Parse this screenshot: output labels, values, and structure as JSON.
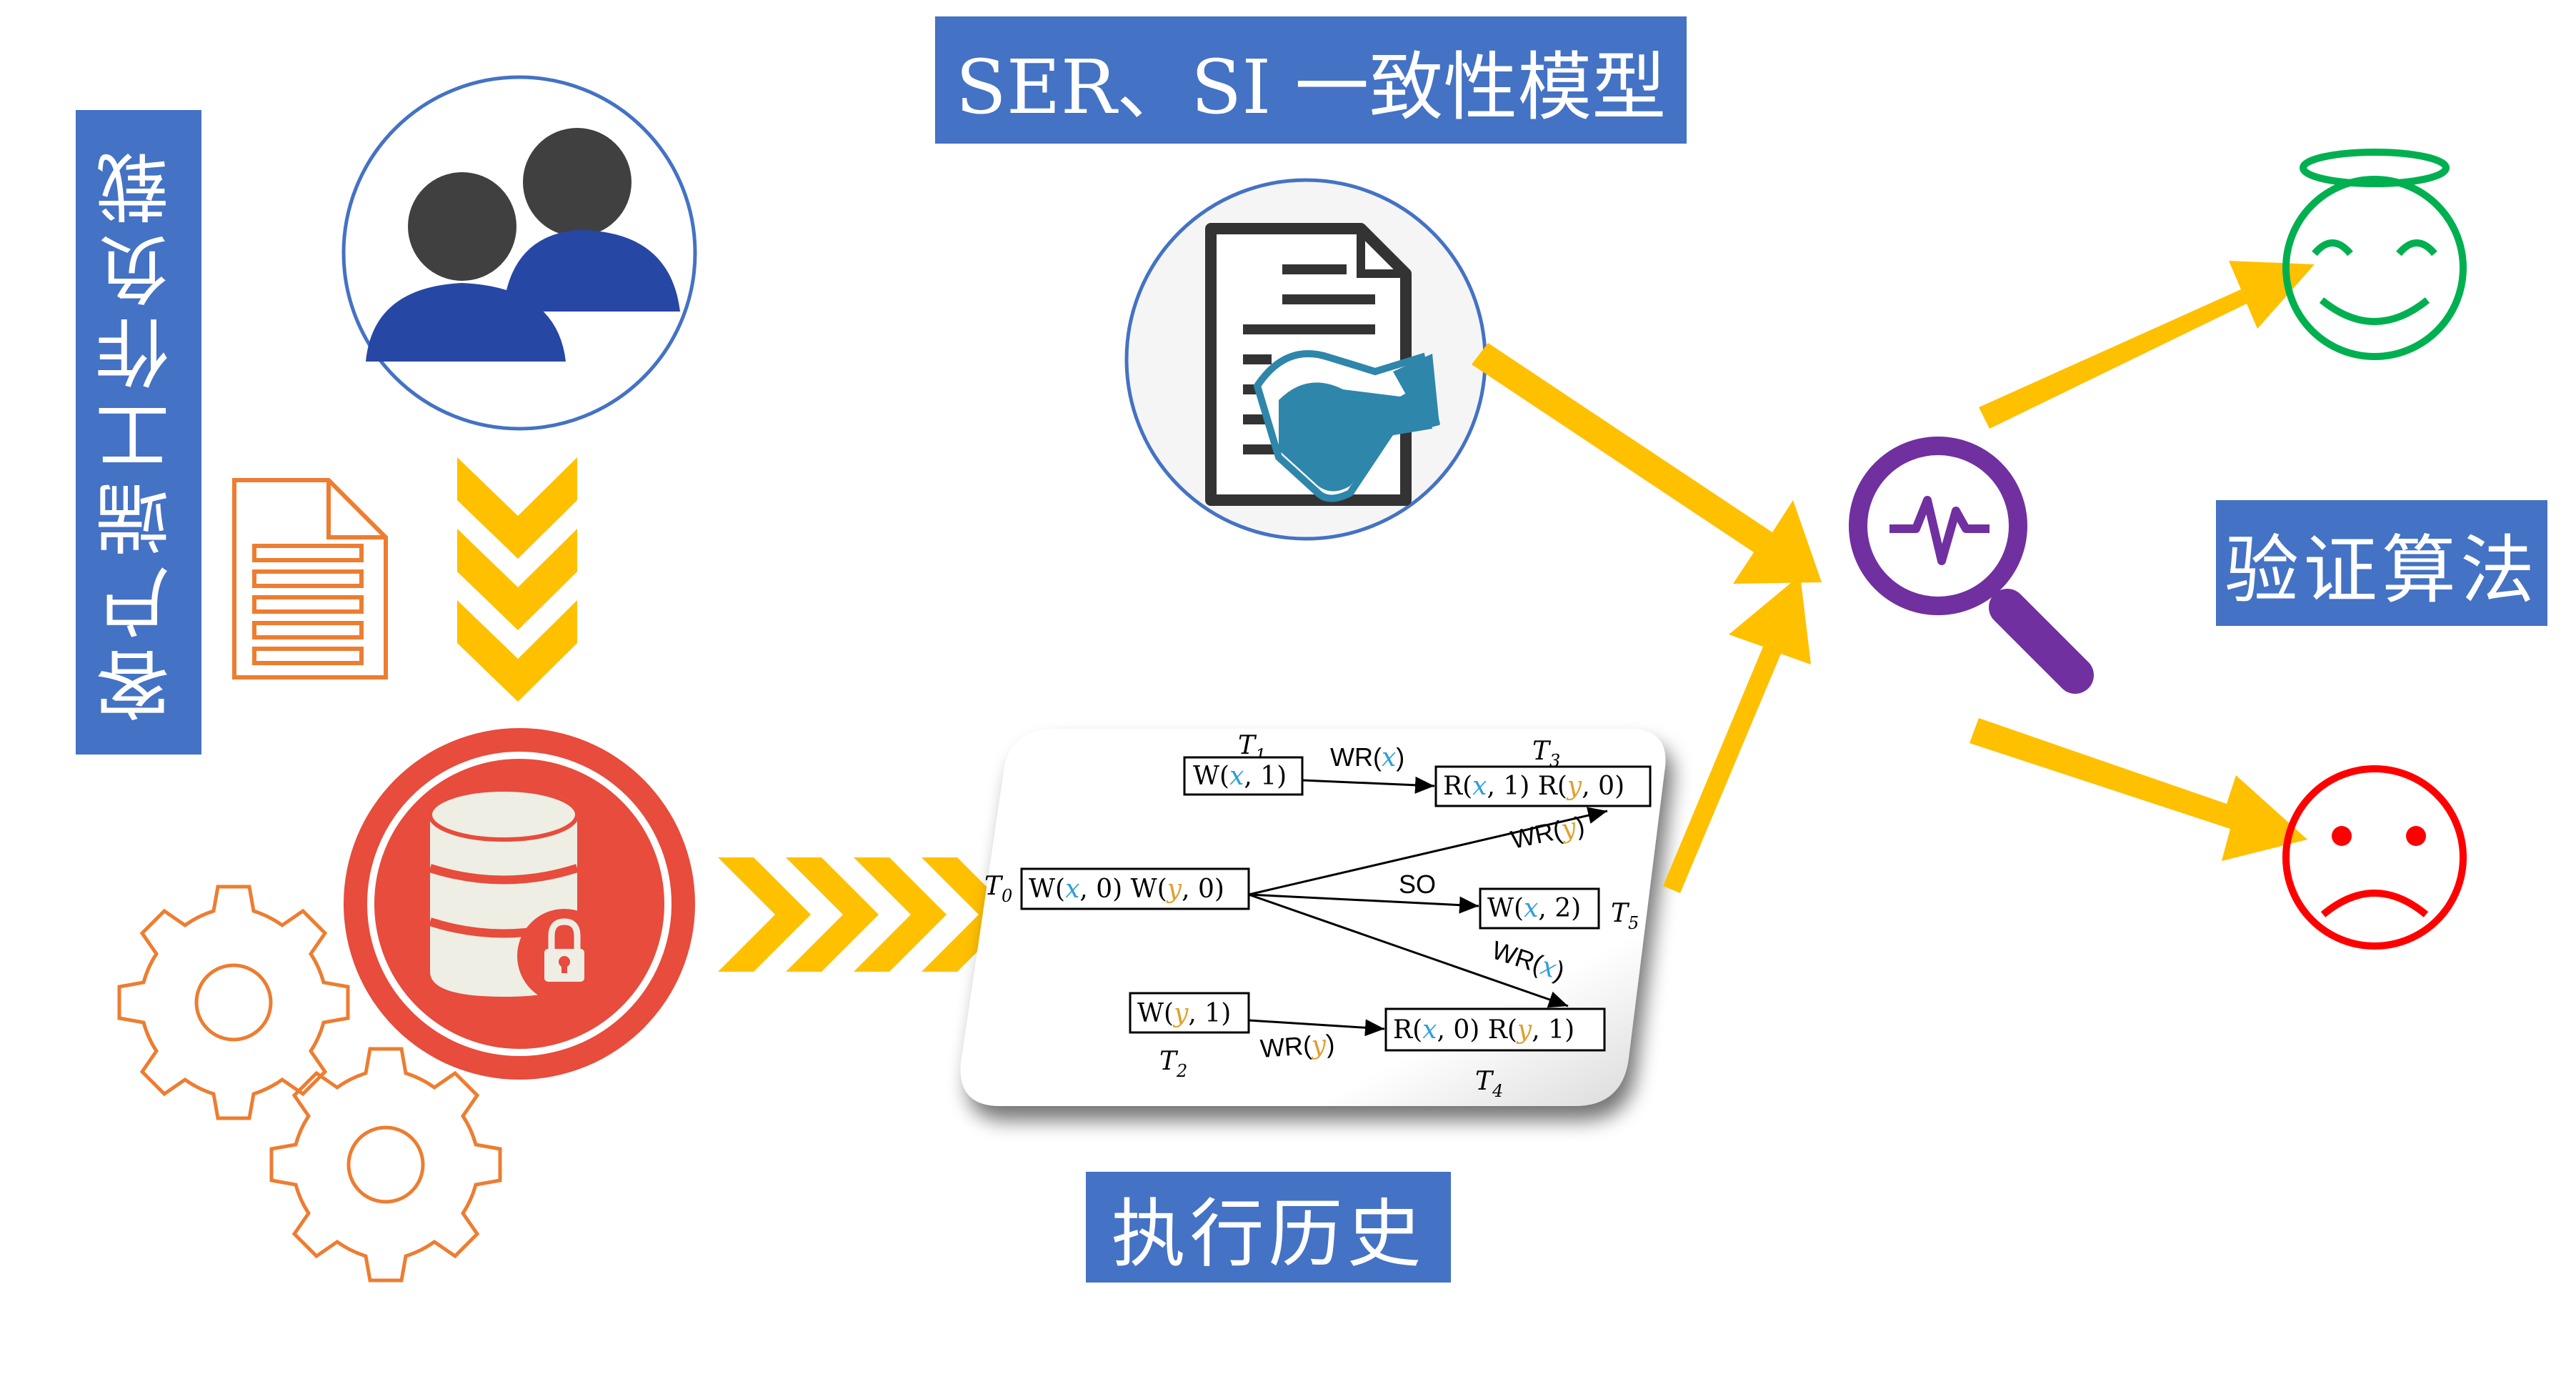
{
  "labels": {
    "client_workload": "客户端工作负载",
    "consistency_models": "SER、SI 一致性模型",
    "verification_algorithm": "验证算法",
    "execution_history": "执行历史"
  },
  "history_graph": {
    "transactions": {
      "T0": {
        "name": "T",
        "sub": "0"
      },
      "T1": {
        "name": "T",
        "sub": "1"
      },
      "T2": {
        "name": "T",
        "sub": "2"
      },
      "T3": {
        "name": "T",
        "sub": "3"
      },
      "T4": {
        "name": "T",
        "sub": "4"
      },
      "T5": {
        "name": "T",
        "sub": "5"
      }
    },
    "ops": {
      "t1": [
        {
          "op": "W",
          "var": "x",
          "val": "1"
        }
      ],
      "t3": [
        {
          "op": "R",
          "var": "x",
          "val": "1"
        },
        {
          "op": "R",
          "var": "y",
          "val": "0"
        }
      ],
      "t0": [
        {
          "op": "W",
          "var": "x",
          "val": "0"
        },
        {
          "op": "W",
          "var": "y",
          "val": "0"
        }
      ],
      "t5": [
        {
          "op": "W",
          "var": "x",
          "val": "2"
        }
      ],
      "t2": [
        {
          "op": "W",
          "var": "y",
          "val": "1"
        }
      ],
      "t4": [
        {
          "op": "R",
          "var": "x",
          "val": "0"
        },
        {
          "op": "R",
          "var": "y",
          "val": "1"
        }
      ]
    },
    "edges": {
      "t1_t3": {
        "rel": "WR",
        "var": "x"
      },
      "t0_t3": {
        "rel": "WR",
        "var": "y"
      },
      "t0_t5": {
        "rel": "SO"
      },
      "t0_t4": {
        "rel": "WR",
        "var": "x"
      },
      "t2_t4": {
        "rel": "WR",
        "var": "y"
      }
    }
  },
  "icons": {
    "users": "users-icon",
    "document": "document-icon",
    "database": "database-lock-icon",
    "gears": "gears-icon",
    "contract": "contract-handshake-icon",
    "search": "magnifier-pulse-icon",
    "happy": "happy-angel-face-icon",
    "sad": "sad-face-icon"
  },
  "colors": {
    "label_bg": "#4472c4",
    "arrow": "#ffc000",
    "orange_outline": "#ed7d31",
    "db_red": "#e74c3c",
    "purple": "#7030a0",
    "happy_green": "#00b050",
    "sad_red": "#ff0000",
    "var_x": "#2e9fd8",
    "var_y": "#e0a030"
  }
}
